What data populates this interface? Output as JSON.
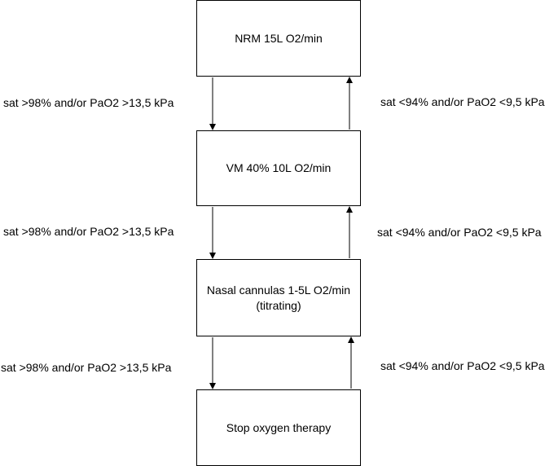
{
  "boxes": [
    {
      "lines": [
        "NRM 15L O2/min"
      ]
    },
    {
      "lines": [
        "VM 40% 10L O2/min"
      ]
    },
    {
      "lines": [
        "Nasal cannulas 1-5L O2/min",
        "(titrating)"
      ]
    },
    {
      "lines": [
        "Stop oxygen therapy"
      ]
    }
  ],
  "conditions": {
    "step_down": [
      "sat >98% and/or PaO2 >13,5 kPa",
      "sat >98% and/or PaO2 >13,5 kPa",
      "sat >98% and/or PaO2 >13,5 kPa"
    ],
    "step_up": [
      "sat <94% and/or PaO2 <9,5 kPa",
      "sat <94% and/or PaO2 <9,5 kPa",
      "sat <94% and/or PaO2 <9,5 kPa"
    ]
  }
}
